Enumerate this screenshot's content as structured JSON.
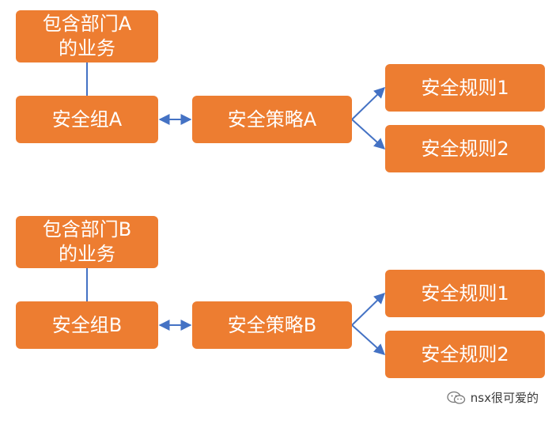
{
  "colors": {
    "box_fill": "#ED7D31",
    "box_text": "#FFFFFF",
    "connector": "#4472C4",
    "watermark_text": "#3A3A3A"
  },
  "groupA": {
    "business": "包含部门A\n的业务",
    "security_group": "安全组A",
    "policy": "安全策略A",
    "rule1": "安全规则1",
    "rule2": "安全规则2"
  },
  "groupB": {
    "business": "包含部门B\n的业务",
    "security_group": "安全组B",
    "policy": "安全策略B",
    "rule1": "安全规则1",
    "rule2": "安全规则2"
  },
  "watermark": {
    "icon": "wechat-icon",
    "text": "nsx很可爱的"
  }
}
